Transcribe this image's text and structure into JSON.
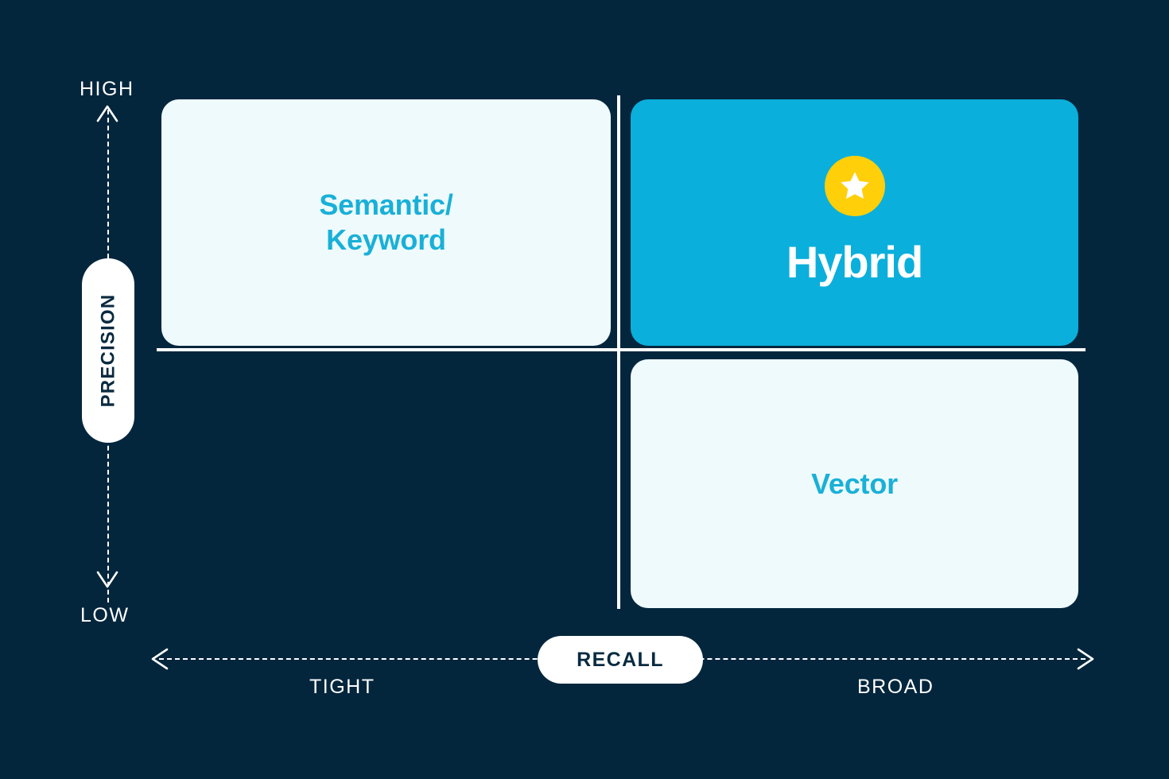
{
  "theme": {
    "background": "#04263D",
    "card_light": "#EFFAFC",
    "card_accent": "#0BAFDC",
    "label_cyan": "#19B0D8",
    "label_white": "#FFFFFF",
    "pill_background": "#FFFFFF",
    "pill_text": "#0A2A40",
    "star_badge": "#FFCF0A",
    "axis_line": "#FFFFFF"
  },
  "chart_data": {
    "type": "scatter",
    "title": "",
    "xlabel": "RECALL",
    "ylabel": "PRECISION",
    "x_tick_labels": [
      "TIGHT",
      "BROAD"
    ],
    "y_tick_labels": [
      "LOW",
      "HIGH"
    ],
    "grid": false,
    "legend": "none",
    "quadrants": [
      {
        "label": "Semantic/\nKeyword",
        "precision": "HIGH",
        "recall": "TIGHT",
        "highlighted": false,
        "position": "top-left"
      },
      {
        "label": "Hybrid",
        "precision": "HIGH",
        "recall": "BROAD",
        "highlighted": true,
        "badge": "star-icon",
        "position": "top-right"
      },
      {
        "label": "",
        "precision": "LOW",
        "recall": "TIGHT",
        "highlighted": false,
        "position": "bottom-left"
      },
      {
        "label": "Vector",
        "precision": "LOW",
        "recall": "BROAD",
        "highlighted": false,
        "position": "bottom-right"
      }
    ]
  },
  "axes": {
    "vertical": {
      "title": "PRECISION",
      "high_label": "HIGH",
      "low_label": "LOW"
    },
    "horizontal": {
      "title": "RECALL",
      "left_label": "TIGHT",
      "right_label": "BROAD"
    }
  },
  "cards": {
    "semantic": {
      "line1": "Semantic/",
      "line2": "Keyword"
    },
    "hybrid": {
      "label": "Hybrid",
      "badge_icon": "star-icon"
    },
    "vector": {
      "label": "Vector"
    }
  }
}
